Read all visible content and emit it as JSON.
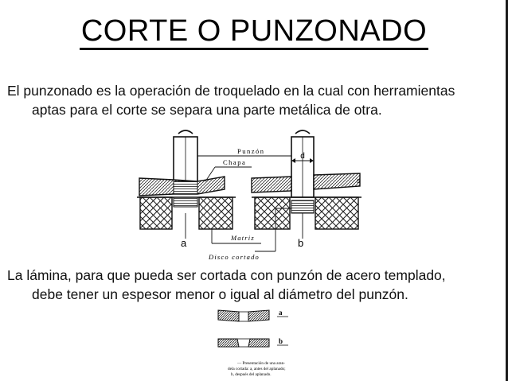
{
  "title": "CORTE O PUNZONADO",
  "paragraph1": {
    "line1": "El punzonado es la operación de troquelado en la cual con herramientas",
    "line2": "aptas para el corte se separa una parte metálica de otra."
  },
  "figure1": {
    "labels": {
      "punzon": "Punzón",
      "chapa": "Chapa",
      "d": "d",
      "s": "s",
      "a": "a",
      "b": "b",
      "matriz": "Matriz",
      "disco_cortado": "Disco cortado"
    }
  },
  "paragraph2": {
    "line1": "La lámina, para que pueda ser cortada con punzón de acero templado,",
    "line2": "debe tener un espesor menor o igual al diámetro del punzón."
  },
  "figure2": {
    "labels": {
      "a": "a",
      "b": "b"
    },
    "caption": {
      "line1": "— Presentación de una aran-",
      "line2": "dela cortada: a, antes del aplanado;",
      "line3": "b, después del aplanado."
    }
  }
}
